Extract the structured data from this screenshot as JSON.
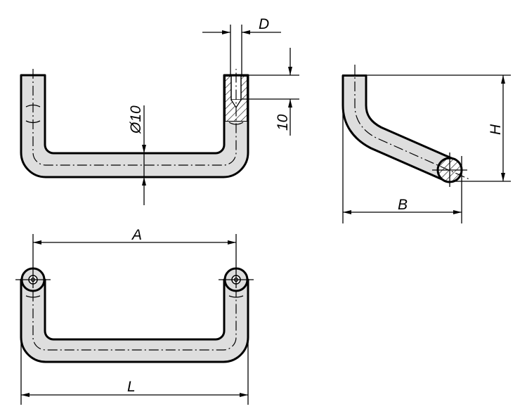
{
  "drawing": {
    "front_view": {
      "dim_thread": "D",
      "dim_thread_depth": "10",
      "dim_diameter": "Ø10"
    },
    "side_view": {
      "dim_height": "H",
      "dim_depth": "B"
    },
    "top_view": {
      "dim_hole_spacing": "A",
      "dim_length": "L"
    }
  },
  "colors": {
    "fill": "#dedede",
    "line": "#000000"
  }
}
